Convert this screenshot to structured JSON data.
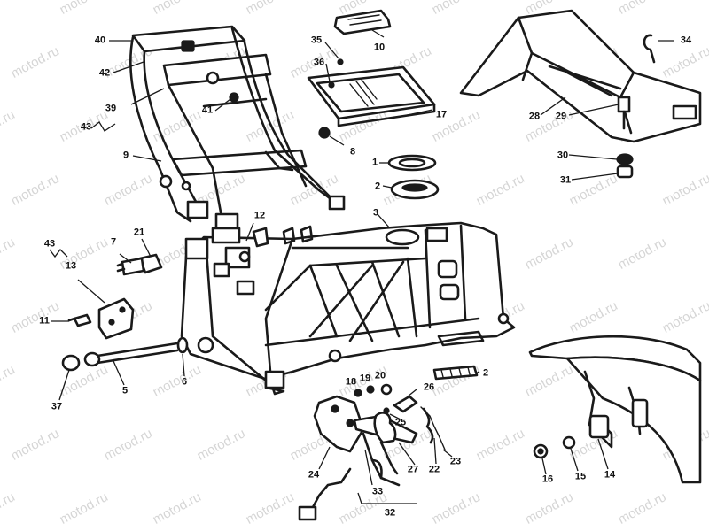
{
  "watermark_text": "motod.ru",
  "labels": [
    "1",
    "2",
    "2",
    "3",
    "5",
    "6",
    "7",
    "8",
    "9",
    "10",
    "11",
    "12",
    "13",
    "14",
    "15",
    "16",
    "17",
    "18",
    "19",
    "20",
    "21",
    "22",
    "23",
    "24",
    "25",
    "26",
    "27",
    "28",
    "29",
    "30",
    "31",
    "32",
    "33",
    "34",
    "35",
    "36",
    "37",
    "39",
    "40",
    "41",
    "42",
    "43",
    "43"
  ],
  "colors": {
    "ink": "#1a1a1a",
    "paper": "#ffffff",
    "watermark": "#d6d6d6"
  }
}
